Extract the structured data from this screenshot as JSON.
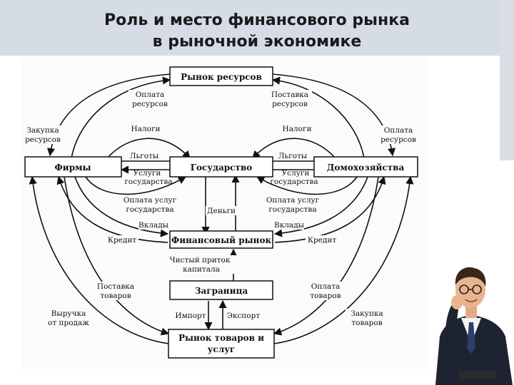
{
  "title": {
    "line1": "Роль и место финансового рынка",
    "line2": "в рыночной экономике"
  },
  "nodes": {
    "resources_market": "Рынок ресурсов",
    "firms": "Фирмы",
    "government": "Государство",
    "households": "Домохозяйства",
    "financial_market": "Финансовый рынок",
    "abroad": "Заграница",
    "goods_market_1": "Рынок товаров и",
    "goods_market_2": "услуг"
  },
  "labels": {
    "resource_payment_1": "Оплата",
    "resource_payment_2": "ресурсов",
    "resource_supply_1": "Поставка",
    "resource_supply_2": "ресурсов",
    "resource_purchase_1": "Закупка",
    "resource_purchase_2": "ресурсов",
    "resource_payment_b_1": "Оплата",
    "resource_payment_b_2": "ресурсов",
    "taxes_left": "Налоги",
    "taxes_right": "Налоги",
    "benefits_left": "Льготы",
    "benefits_right": "Льготы",
    "gov_services_left_1": "Услуги",
    "gov_services_left_2": "государства",
    "gov_services_right_1": "Услуги",
    "gov_services_right_2": "государства",
    "pay_gov_left_1": "Оплата услуг",
    "pay_gov_left_2": "государства",
    "pay_gov_right_1": "Оплата услуг",
    "pay_gov_right_2": "государства",
    "money": "Деньги",
    "deposits_left": "Вклады",
    "deposits_right": "Вклады",
    "credit_left": "Кредит",
    "credit_right": "Кредит",
    "capital_inflow_1": "Чистый приток",
    "capital_inflow_2": "капитала",
    "goods_supply_1": "Поставка",
    "goods_supply_2": "товаров",
    "goods_payment_1": "Оплата",
    "goods_payment_2": "товаров",
    "sales_revenue_1": "Выручка",
    "sales_revenue_2": "от продаж",
    "goods_purchase_1": "Закупка",
    "goods_purchase_2": "товаров",
    "import": "Импорт",
    "export": "Экспорт"
  },
  "colors": {
    "band": "#d5dce6",
    "line": "#111111",
    "suit": "#1d2330",
    "skin": "#e8b48f"
  }
}
